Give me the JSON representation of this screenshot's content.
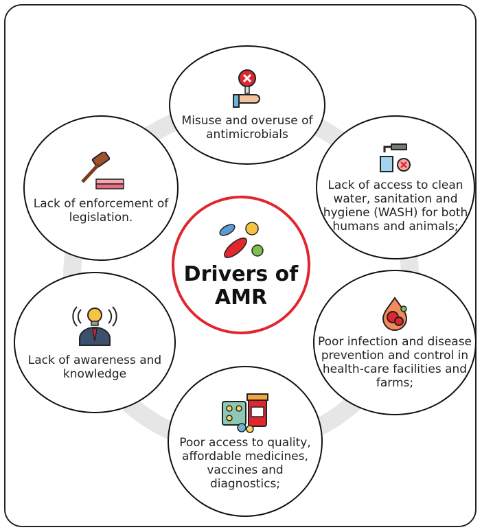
{
  "diagram": {
    "center_title_line1": "Drivers of",
    "center_title_line2": "AMR",
    "drivers": [
      {
        "label": "Misuse and overuse of antimicrobials",
        "icon": "stop-sign-hand-icon"
      },
      {
        "label": "Lack of access to clean water, sanitation and hygiene (WASH) for both humans and animals;",
        "icon": "faucet-water-icon"
      },
      {
        "label": "Poor infection and disease prevention and control in health-care facilities and farms;",
        "icon": "infection-blood-icon"
      },
      {
        "label": "Poor access to quality, affordable medicines, vaccines and diagnostics;",
        "icon": "medicine-pills-icon"
      },
      {
        "label": "Lack of awareness and knowledge",
        "icon": "person-idea-icon"
      },
      {
        "label": "Lack of enforcement of legislation.",
        "icon": "gavel-law-icon"
      }
    ],
    "accent_color": "#e0262e"
  }
}
